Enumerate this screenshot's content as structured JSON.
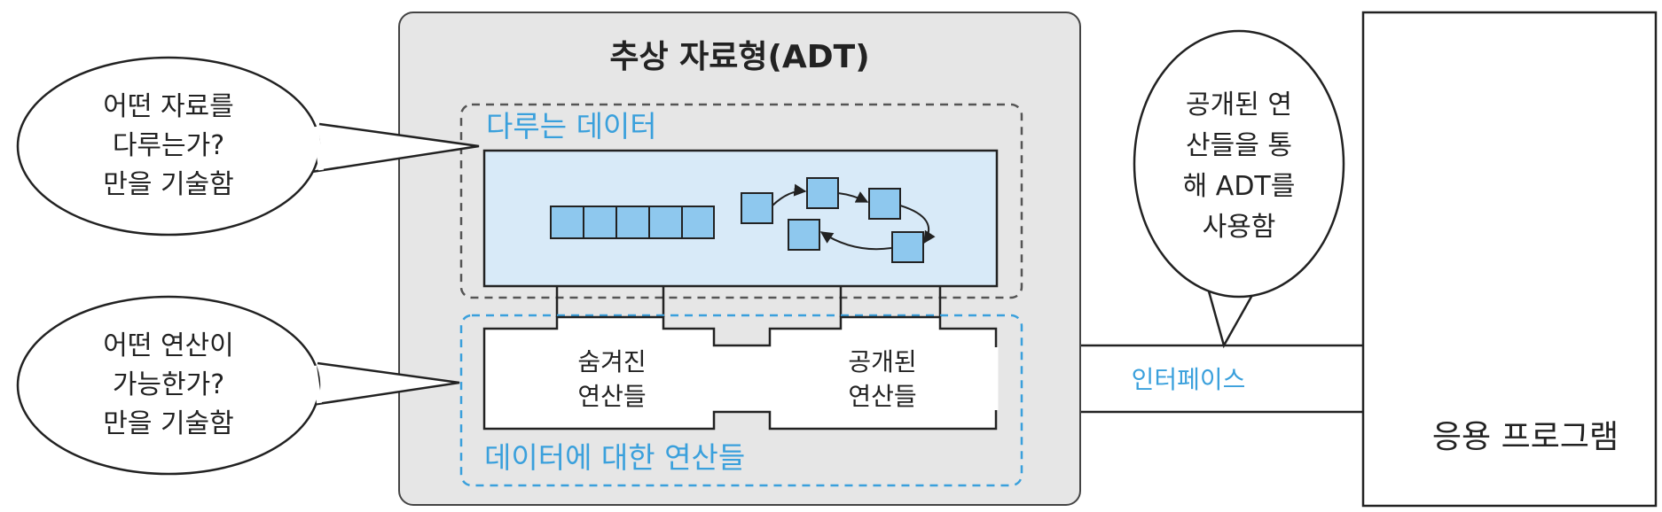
{
  "adt_title": "추상 자료형(ADT)",
  "data_section_label": "다루는 데이터",
  "ops_section_label": "데이터에 대한 연산들",
  "hidden_ops": [
    "숨겨진",
    "연산들"
  ],
  "public_ops": [
    "공개된",
    "연산들"
  ],
  "interface_label": "인터페이스",
  "application_label": "응용 프로그램",
  "bubble_data": [
    "어떤 자료를",
    "다루는가?",
    "만을 기술함"
  ],
  "bubble_ops": [
    "어떤 연산이",
    "가능한가?",
    "만을 기술함"
  ],
  "bubble_use": [
    "공개된 연",
    "산들을 통",
    "해 ADT를",
    "사용함"
  ],
  "colors": {
    "adt_bg": "#e6e6e6",
    "data_fill": "#d8eaf8",
    "cell_fill": "#8ec8ee",
    "accent_blue": "#3aa0dc"
  }
}
